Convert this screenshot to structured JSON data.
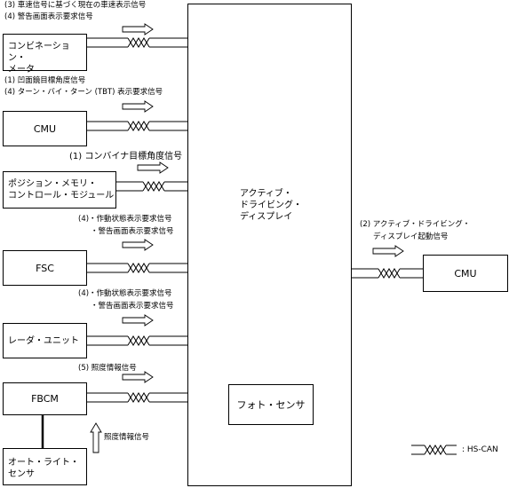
{
  "ads": {
    "title_lines": [
      "アクティブ・",
      "ドライビング・",
      "ディスプレイ"
    ],
    "photo_sensor": "フォト・センサ"
  },
  "units": {
    "combination_meter": [
      "コンビネーション・",
      "メータ"
    ],
    "cmu_left": "CMU",
    "position_memory": [
      "ポジション・メモリ・",
      "コントロール・モジュール"
    ],
    "fsc": "FSC",
    "radar": "レーダ・ユニット",
    "fbcm": "FBCM",
    "auto_light": [
      "オート・ライト・",
      "センサ"
    ],
    "cmu_right": "CMU"
  },
  "signals": {
    "meter_1": "(3) 車速信号に基づく現在の車速表示信号",
    "meter_2": "(4) 警告画面表示要求信号",
    "cmu_1": "(1) 凹面鏡目標角度信号",
    "cmu_2": "(4) ターン・バイ・ターン (TBT) 表示要求信号",
    "pmcm_1": "(1) コンバイナ目標角度信号",
    "fsc_1": "(4)・作動状態表示要求信号",
    "fsc_2": "・警告画面表示要求信号",
    "radar_1": "(4)・作動状態表示要求信号",
    "radar_2": "・警告画面表示要求信号",
    "fbcm_1": "(5) 照度情報信号",
    "light_1": "照度情報信号",
    "right_1": "(2) アクティブ・ドライビング・",
    "right_2": "ディスプレイ起動信号"
  },
  "legend": {
    "label": ": HS-CAN"
  }
}
